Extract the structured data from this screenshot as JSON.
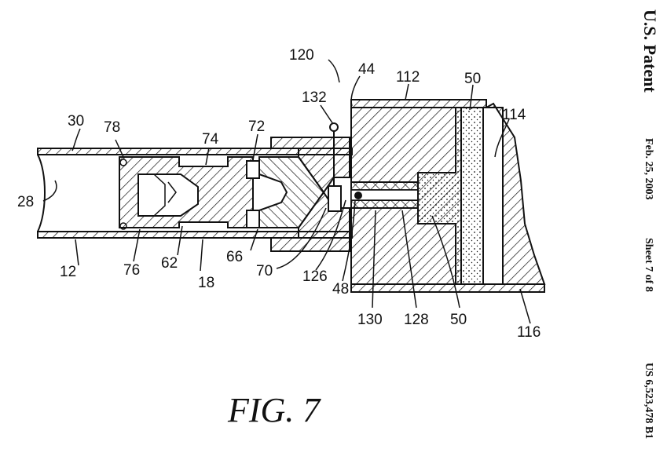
{
  "header": {
    "title": "U.S. Patent",
    "date": "Feb. 25, 2003",
    "sheet": "Sheet 7 of 8",
    "number": "US 6,523,478 B1"
  },
  "figure": {
    "caption": "FIG. 7",
    "labels": {
      "l120": "120",
      "l44": "44",
      "l112": "112",
      "l50a": "50",
      "l132": "132",
      "l30": "30",
      "l78": "78",
      "l74": "74",
      "l72": "72",
      "l114": "114",
      "l28": "28",
      "l12": "12",
      "l76": "76",
      "l62": "62",
      "l18": "18",
      "l66": "66",
      "l70": "70",
      "l126": "126",
      "l48": "48",
      "l130": "130",
      "l128": "128",
      "l50b": "50",
      "l116": "116"
    }
  }
}
